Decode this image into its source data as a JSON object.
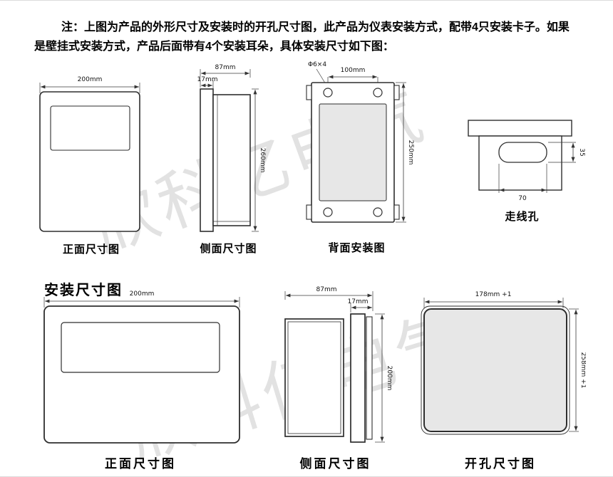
{
  "note": {
    "line1": "注：上图为产品的外形尺寸及安装时的开孔尺寸图，此产品为仪表安装方式，配带4只安装卡子。如果",
    "line2": "是壁挂式安装方式，产品后面带有4个安装耳朵，具体安装尺寸如下图："
  },
  "watermark": "欣科亿电气",
  "colors": {
    "line": "#2e2e2e",
    "cutout_fill": "#e7e7e7",
    "back_fill": "#e8e8e8"
  },
  "diagrams": {
    "front_top": {
      "caption": "正面尺寸图",
      "width": "200mm"
    },
    "side_top": {
      "caption": "侧面尺寸图",
      "total_depth": "87mm",
      "bezel_depth": "17mm",
      "height": "260mm"
    },
    "back_top": {
      "caption": "背面安装图",
      "hole_spec": "Φ6×4",
      "hole_spacing": "100mm",
      "height": "250mm"
    },
    "wire_hole": {
      "caption": "走线孔",
      "width": "70",
      "height": "35"
    },
    "install_title": "安装尺寸图",
    "front_bottom": {
      "caption": "正面尺寸图",
      "width": "200mm"
    },
    "side_bottom": {
      "caption": "侧面尺寸图",
      "total_depth": "87mm",
      "bezel_depth": "17mm",
      "height": "200mm"
    },
    "cutout": {
      "caption": "开孔尺寸图",
      "width": "178mm +1",
      "height": "258mm +1"
    }
  }
}
